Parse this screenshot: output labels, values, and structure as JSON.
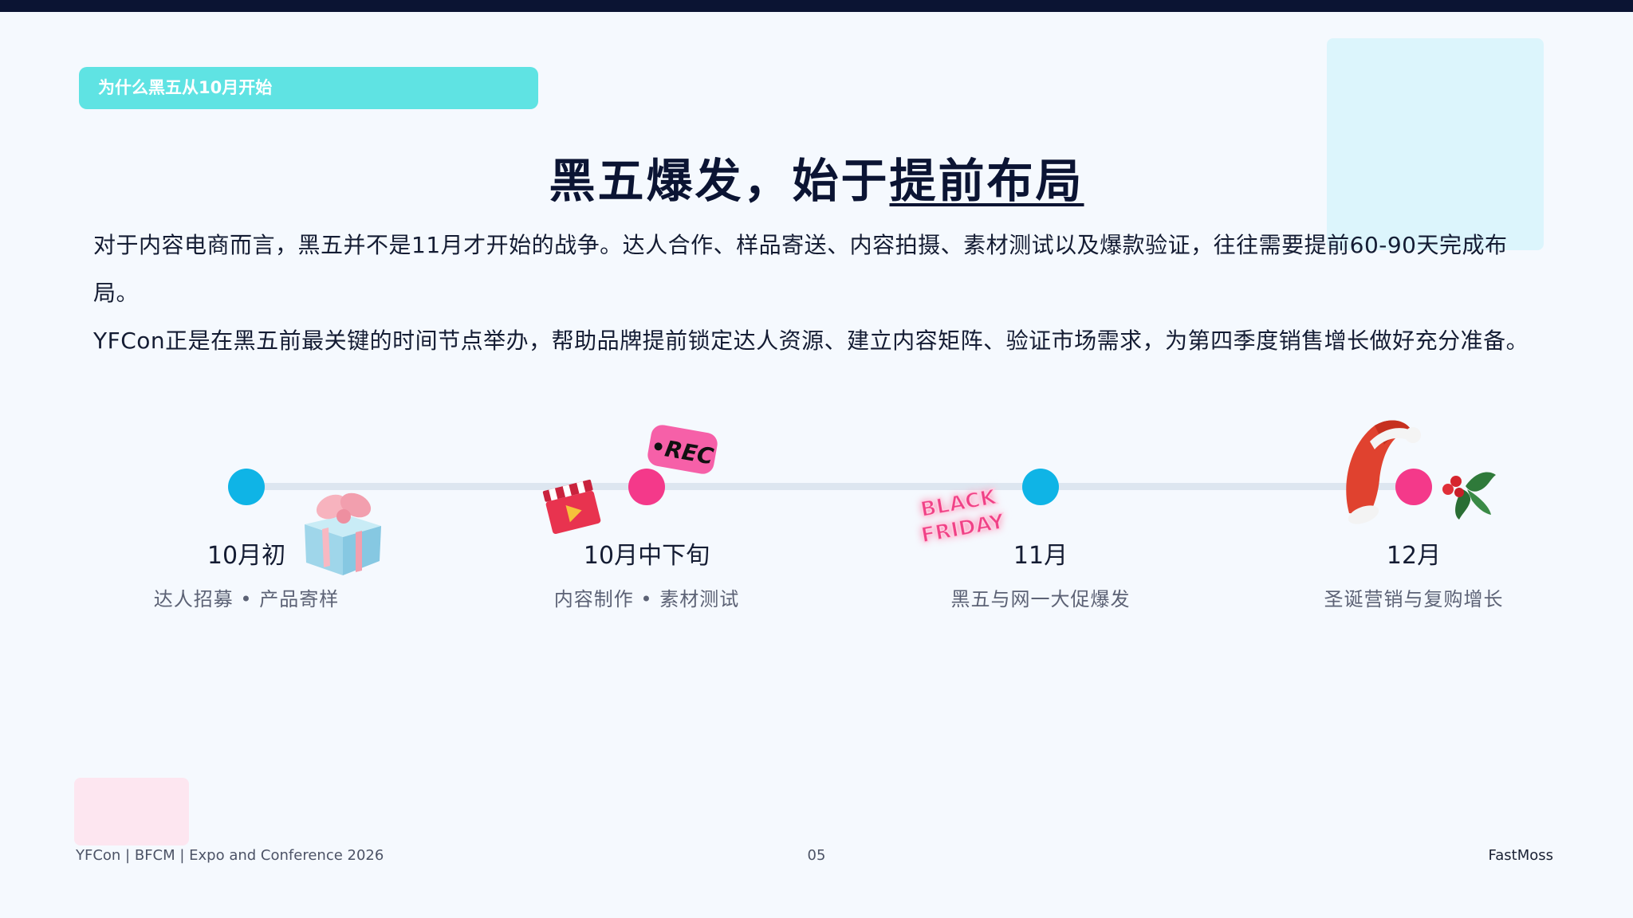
{
  "tag": "为什么黑五从10月开始",
  "title": {
    "part1": "黑五爆发，始于",
    "highlight": "提前布局"
  },
  "body": {
    "p1": "对于内容电商而言，黑五并不是11月才开始的战争。达人合作、样品寄送、内容拍摄、素材测试以及爆款验证，往往需要提前60-90天完成布局。",
    "p2": "YFCon正是在黑五前最关键的时间节点举办，帮助品牌提前锁定达人资源、建立内容矩阵、验证市场需求，为第四季度销售增长做好充分准备。"
  },
  "timeline": [
    {
      "title": "10月初",
      "desc": "达人招募 • 产品寄样",
      "dot_color": "#0fb4e6",
      "sticker": "gift-box"
    },
    {
      "title": "10月中下旬",
      "desc": "内容制作 • 素材测试",
      "dot_color": "#f4398a",
      "sticker": "clapperboard-rec"
    },
    {
      "title": "11月",
      "desc": "黑五与网一大促爆发",
      "dot_color": "#0fb4e6",
      "sticker": "black-friday-badge"
    },
    {
      "title": "12月",
      "desc": "圣诞营销与复购增长",
      "dot_color": "#f4398a",
      "sticker": "santa-hat-holly"
    }
  ],
  "stickers": {
    "rec": "•REC",
    "black": "BLACK",
    "friday": "FRIDAY"
  },
  "footer": {
    "left": "YFCon | BFCM | Expo and Conference 2026",
    "page": "05",
    "right": "FastMoss"
  },
  "colors": {
    "cyan": "#0fb4e6",
    "pink": "#f4398a",
    "navy": "#0b1433",
    "tag": "#5fe3e3"
  }
}
